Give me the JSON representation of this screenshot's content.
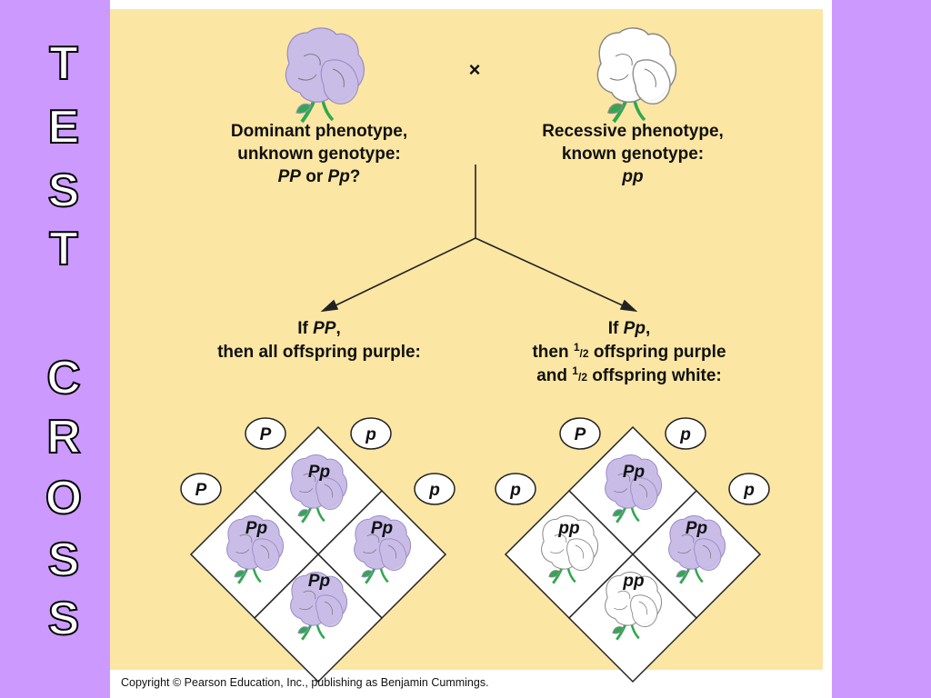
{
  "side_title": {
    "letters": [
      "T",
      "E",
      "S",
      "T",
      "C",
      "R",
      "O",
      "S",
      "S"
    ]
  },
  "cross_symbol": "×",
  "parents": {
    "dominant": {
      "line1": "Dominant phenotype,",
      "line2": "unknown genotype:",
      "g1": "PP",
      "or": " or ",
      "g2": "Pp",
      "q": "?"
    },
    "recessive": {
      "line1": "Recessive phenotype,",
      "line2": "known genotype:",
      "genotype": "pp"
    }
  },
  "outcomes": {
    "left": {
      "if": "If ",
      "genotype": "PP",
      "comma": ",",
      "line2": "then all offspring purple:"
    },
    "right": {
      "if": "If ",
      "genotype": "Pp",
      "comma": ",",
      "line2a": "then ",
      "line2b": " offspring purple",
      "line3a": "and ",
      "line3b": " offspring white:",
      "half_num": "1",
      "half_den": "2"
    }
  },
  "punnett_left": {
    "top_alleles": [
      "P",
      "p"
    ],
    "side_alleles": [
      "P",
      "p"
    ],
    "cells": {
      "top": "Pp",
      "left": "Pp",
      "right": "Pp",
      "bottom": "Pp"
    },
    "cell_colors": {
      "top": "purple",
      "left": "purple",
      "right": "purple",
      "bottom": "purple"
    }
  },
  "punnett_right": {
    "top_alleles": [
      "P",
      "p"
    ],
    "side_alleles": [
      "p",
      "p"
    ],
    "cells": {
      "top": "Pp",
      "left": "pp",
      "right": "Pp",
      "bottom": "pp"
    },
    "cell_colors": {
      "top": "purple",
      "left": "white",
      "right": "purple",
      "bottom": "white"
    }
  },
  "copyright": "Copyright © Pearson Education, Inc., publishing as Benjamin Cummings.",
  "colors": {
    "background": "#cc99ff",
    "figure_bg": "#fbe6a3",
    "flower_purple": "#c9bde8",
    "flower_white": "#ffffff",
    "stem": "#2fa84f"
  }
}
